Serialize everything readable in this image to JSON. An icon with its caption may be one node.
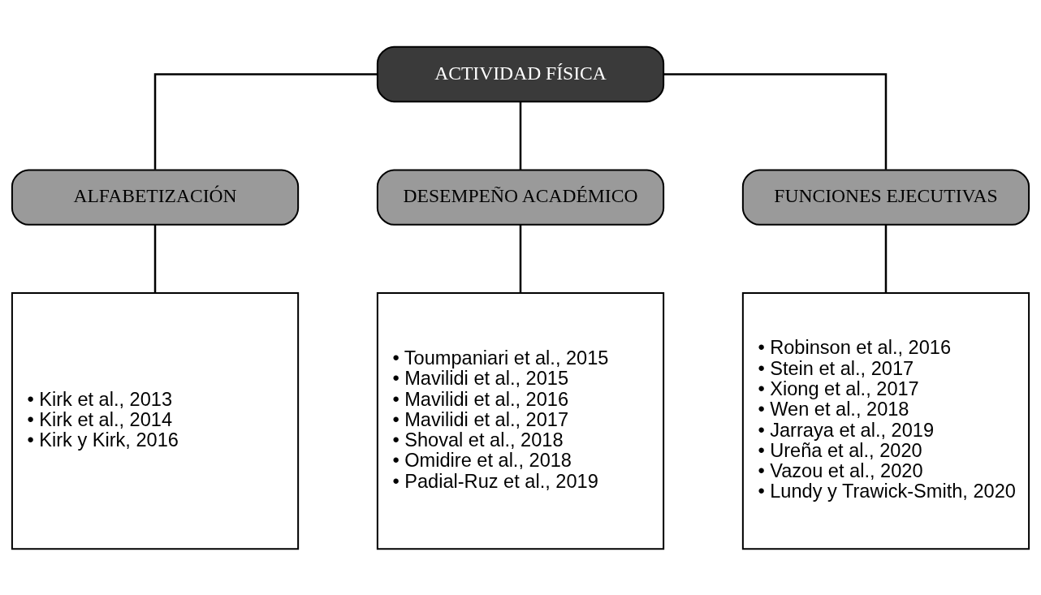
{
  "diagram": {
    "nodes": [
      {
        "text": [
          "ACTIVIDAD FÍSICA"
        ]
      },
      {
        "text": [
          "ALFABETIZACIÓN"
        ]
      },
      {
        "text": [
          "DESEMPEÑO ACADÉMICO"
        ]
      },
      {
        "text": [
          "FUNCIONES EJECUTIVAS"
        ]
      },
      {
        "text": [
          "• Kirk et al., 2013",
          "• Kirk et al., 2014",
          "• Kirk y Kirk, 2016"
        ]
      },
      {
        "text": [
          "• Toumpaniari et al., 2015",
          "• Mavilidi et al., 2015",
          "• Mavilidi et al., 2016",
          "• Mavilidi et al., 2017",
          "• Shoval et al., 2018",
          "• Omidire et al., 2018",
          "• Padial-Ruz et al., 2019"
        ]
      },
      {
        "text": [
          "• Robinson et al., 2016",
          "• Stein et al., 2017",
          "• Xiong et al., 2017",
          "• Wen et al., 2018",
          "• Jarraya et al., 2019",
          "• Ureña et al., 2020",
          "• Vazou et al., 2020",
          "• Lundy y Trawick-Smith, 2020"
        ]
      }
    ],
    "edges": [
      {
        "from": 0,
        "to": 1,
        "arrow": "none"
      },
      {
        "from": 0,
        "to": 2,
        "arrow": "none"
      },
      {
        "from": 0,
        "to": 3,
        "arrow": "none"
      },
      {
        "from": 1,
        "to": 4,
        "arrow": "none"
      },
      {
        "from": 2,
        "to": 5,
        "arrow": "none"
      },
      {
        "from": 3,
        "to": 6,
        "arrow": "none"
      }
    ]
  }
}
